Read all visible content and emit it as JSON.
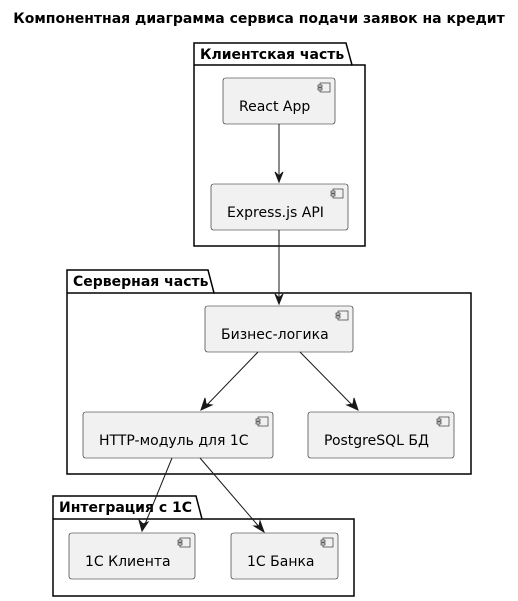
{
  "diagram": {
    "title": "Компонентная диаграмма сервиса подачи заявок на кредит",
    "packages": {
      "client": {
        "label": "Клиентская часть"
      },
      "server": {
        "label": "Серверная часть"
      },
      "integration": {
        "label": "Интеграция с 1С"
      }
    },
    "components": {
      "react_app": {
        "label": "React App"
      },
      "express_api": {
        "label": "Express.js API"
      },
      "business_logic": {
        "label": "Бизнес-логика"
      },
      "http_module": {
        "label": "HTTP-модуль для 1С"
      },
      "postgresql": {
        "label": "PostgreSQL БД"
      },
      "client_1c": {
        "label": "1С Клиента"
      },
      "bank_1c": {
        "label": "1С Банка"
      }
    },
    "edges": [
      {
        "from": "React App",
        "to": "Express.js API"
      },
      {
        "from": "Express.js API",
        "to": "Бизнес-логика"
      },
      {
        "from": "Бизнес-логика",
        "to": "HTTP-модуль для 1С"
      },
      {
        "from": "Бизнес-логика",
        "to": "PostgreSQL БД"
      },
      {
        "from": "HTTP-модуль для 1С",
        "to": "1С Клиента"
      },
      {
        "from": "HTTP-модуль для 1С",
        "to": "1С Банка"
      }
    ]
  }
}
